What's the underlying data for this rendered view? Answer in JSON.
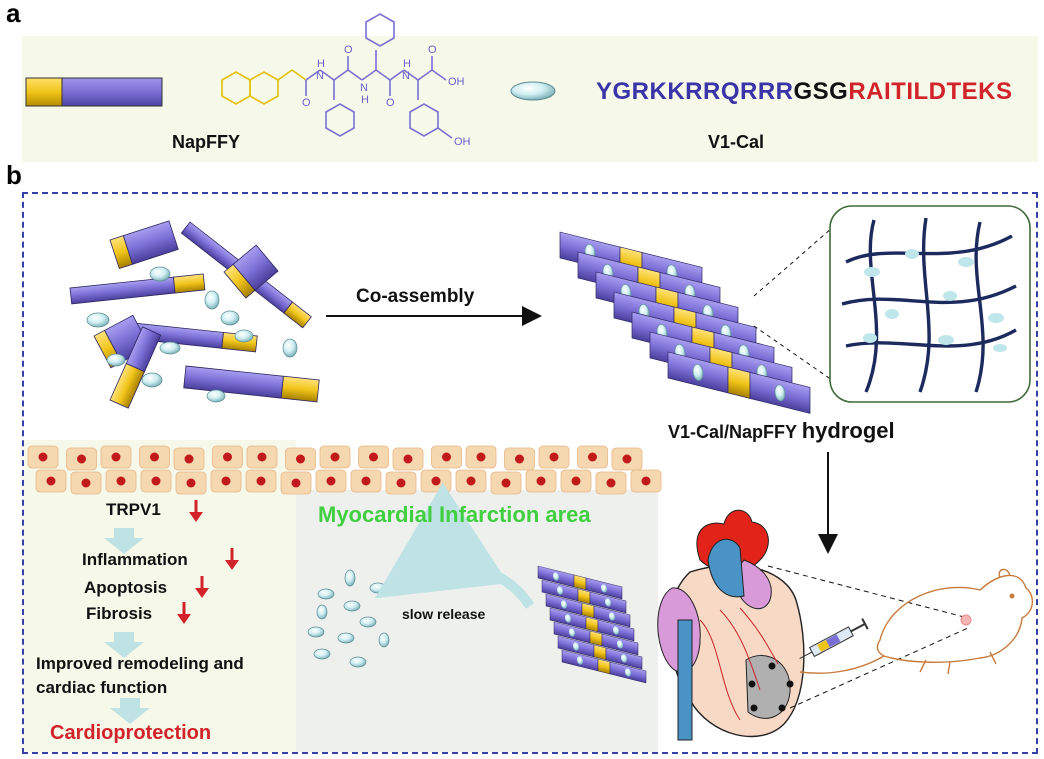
{
  "panel_a": {
    "letter": "a",
    "napffy_label": "NapFFY",
    "v1cal_label": "V1-Cal",
    "chem": {
      "nh1": "N",
      "nh1h": "H",
      "o1": "O",
      "nh2": "N",
      "nh2h": "H",
      "o2": "O",
      "nh3": "N",
      "nh3h": "H",
      "o3": "O",
      "o4": "O",
      "oh1": "OH",
      "oh2": "OH"
    },
    "sequence": [
      {
        "text": "YGRKKRRQRRR",
        "color": "#3b33a8"
      },
      {
        "text": "GSG",
        "color": "#111111"
      },
      {
        "text": "RAITILDTEKS",
        "color": "#d2232a"
      }
    ]
  },
  "panel_b": {
    "letter": "b",
    "coassembly_label": "Co-assembly",
    "hydrogel_label_a": "V1-Cal/NapFFY ",
    "hydrogel_label_b": "hydrogel",
    "mi_area_label": "Myocardial Infarction area",
    "slow_release_label": "slow release",
    "effects": {
      "trpv1": "TRPV1",
      "inflammation": "Inflammation",
      "apoptosis": "Apoptosis",
      "fibrosis": "Fibrosis",
      "improved_1": "Improved remodeling and",
      "improved_2": "cardiac function",
      "cardioprotection": "Cardioprotection"
    }
  },
  "colors": {
    "purple": "#7b6fd6",
    "purple_dark": "#5146a8",
    "yellow": "#f0c419",
    "red": "#d2232a",
    "green": "#3fcf3f",
    "cell": "#f5d7b0",
    "nucleus": "#c21a1a",
    "disk": "#bfe6ea",
    "fiber": "#1c2a5e"
  }
}
